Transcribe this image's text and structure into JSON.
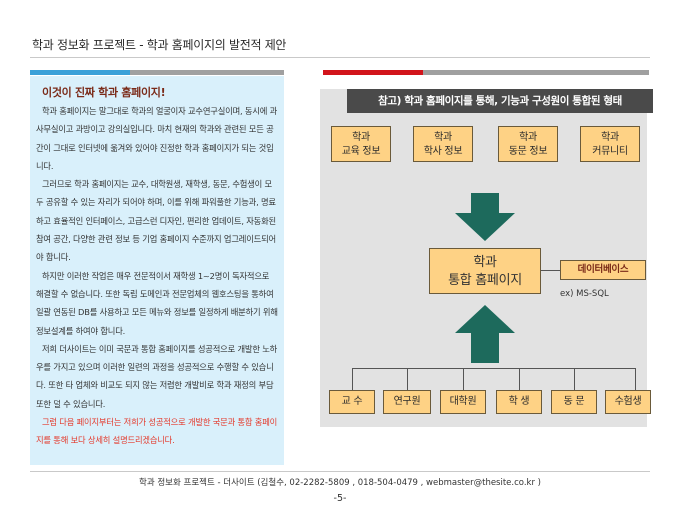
{
  "header": {
    "title": "학과 정보화 프로젝트 - 학과 홈페이지의 발전적 제안"
  },
  "left_panel": {
    "heading": "이것이 진짜 학과 홈페이지!",
    "paragraphs": [
      "학과 홈페이지는 말그대로 학과의 얼굴이자 교수연구실이며, 동시에 과사무실이고 과방이고 강의실입니다. 마치 현재의 학과와 관련된 모든 공간이 그대로 인터넷에 옮겨와 있어야 진정한 학과 홈페이지가 되는 것입니다.",
      "그러므로 학과 홈페이지는 교수, 대학원생, 재학생, 동문, 수험생이 모두 공유할 수 있는 자리가 되어야 하며, 이를 위해 파워풀한 기능과, 명료하고 효율적인 인터페이스, 고급스런 디자인, 편리한 업데이트, 자동화된 참여 공간, 다양한 관련 정보 등 기업 홈페이지 수준까지 업그레이드되어야 합니다.",
      "하지만 이러한 작업은 매우 전문적이서 재학생 1~2명이 독자적으로 해결할 수 없습니다. 또한 독립 도메인과 전문업체의 웹호스팅을 통하여 일괄 연동된 DB를 사용하고 모든 메뉴와 정보를 일정하게 배분하기 위해 정보설계를 하여야 합니다.",
      "저희 더사이트는 이미 국문과 통합 홈페이지를 성공적으로 개발한 노하우를 가지고 있으며 이러한 일련의 과정을 성공적으로 수행할 수 있습니다. 또한 타 업체와 비교도 되지 않는 저렴한 개발비로 학과 재정의 부담 또한 덜 수 있습니다."
    ],
    "highlight": "그럼 다음 페이지부터는 저희가 성공적으로 개발한 국문과 통합 홈페이지를 통해 보다 상세히 설명드리겠습니다."
  },
  "diagram": {
    "title": "참고) 학과 홈페이지를 통해, 기능과 구성원이 통합된 형태",
    "top_boxes": [
      {
        "line1": "학과",
        "line2": "교육 정보"
      },
      {
        "line1": "학과",
        "line2": "학사 정보"
      },
      {
        "line1": "학과",
        "line2": "동문 정보"
      },
      {
        "line1": "학과",
        "line2": "커뮤니티"
      }
    ],
    "center": {
      "line1": "학과",
      "line2": "통합 홈페이지"
    },
    "database": "데이터베이스",
    "example": "ex) MS-SQL",
    "bottom_boxes": [
      "교 수",
      "연구원",
      "대학원",
      "학 생",
      "동 문",
      "수험생"
    ]
  },
  "footer": {
    "text": "학과 정보화 프로젝트 - 더사이트 (김철수, 02-2282-5809 , 018-504-0479 , webmaster@thesite.co.kr )",
    "page": "-5-"
  },
  "colors": {
    "left_panel_bg": "#d9f0fb",
    "left_bar_blue": "#3aa0d8",
    "right_bar_red": "#d2141b",
    "bar_gray": "#a0a0a0",
    "box_orange": "#fed285",
    "arrow_green": "#1d6a5c",
    "highlight_text": "#e4392b"
  }
}
